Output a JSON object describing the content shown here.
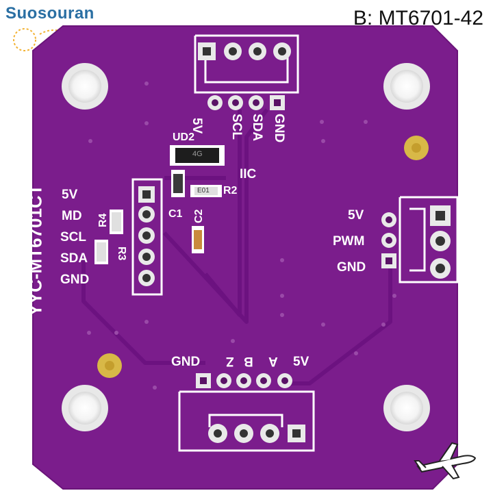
{
  "brand": {
    "name": "Suosouran"
  },
  "variant_label": "B: MT6701-42",
  "board": {
    "color": "#7b1d8c",
    "model": "YYC-MT6701CT",
    "top_header": [
      "5V",
      "SCL",
      "SDA",
      "GND"
    ],
    "left_header": [
      "5V",
      "MD",
      "SCL",
      "SDA",
      "GND"
    ],
    "right_header": [
      "5V",
      "PWM",
      "GND"
    ],
    "bottom_header": [
      "GND",
      "Z",
      "B",
      "A",
      "5V"
    ],
    "iic_label": "IIC",
    "components": {
      "chip": "UD2",
      "r1": "R2",
      "r2": "R4",
      "r3": "R3",
      "c1": "C1",
      "c2": "C2",
      "chip_mark": "4G",
      "res_code": "E01"
    }
  },
  "icons": [
    "sun-logo-icon",
    "airplane-icon"
  ]
}
